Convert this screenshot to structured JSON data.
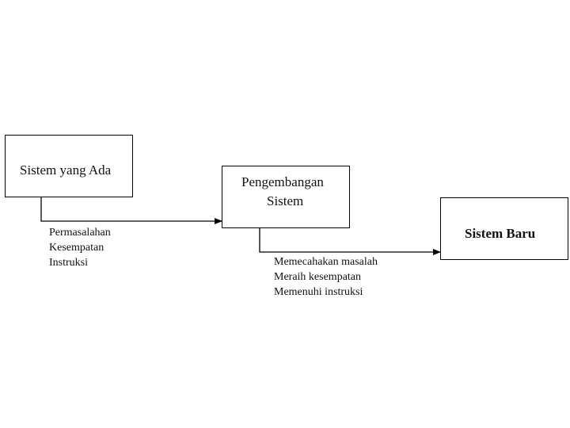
{
  "diagram": {
    "nodes": [
      {
        "id": "existing",
        "lines": [
          "Sistem yang Ada"
        ],
        "bold": false
      },
      {
        "id": "development",
        "lines": [
          "Pengembangan",
          "Sistem"
        ],
        "bold": false
      },
      {
        "id": "new",
        "lines": [
          "Sistem Baru"
        ],
        "bold": true
      }
    ],
    "edges": [
      {
        "from": "existing",
        "to": "development",
        "labels": [
          "Permasalahan",
          "Kesempatan",
          "Instruksi"
        ]
      },
      {
        "from": "development",
        "to": "new",
        "labels": [
          "Memecahakan masalah",
          "Meraih kesempatan",
          "Memenuhi instruksi"
        ]
      }
    ]
  }
}
